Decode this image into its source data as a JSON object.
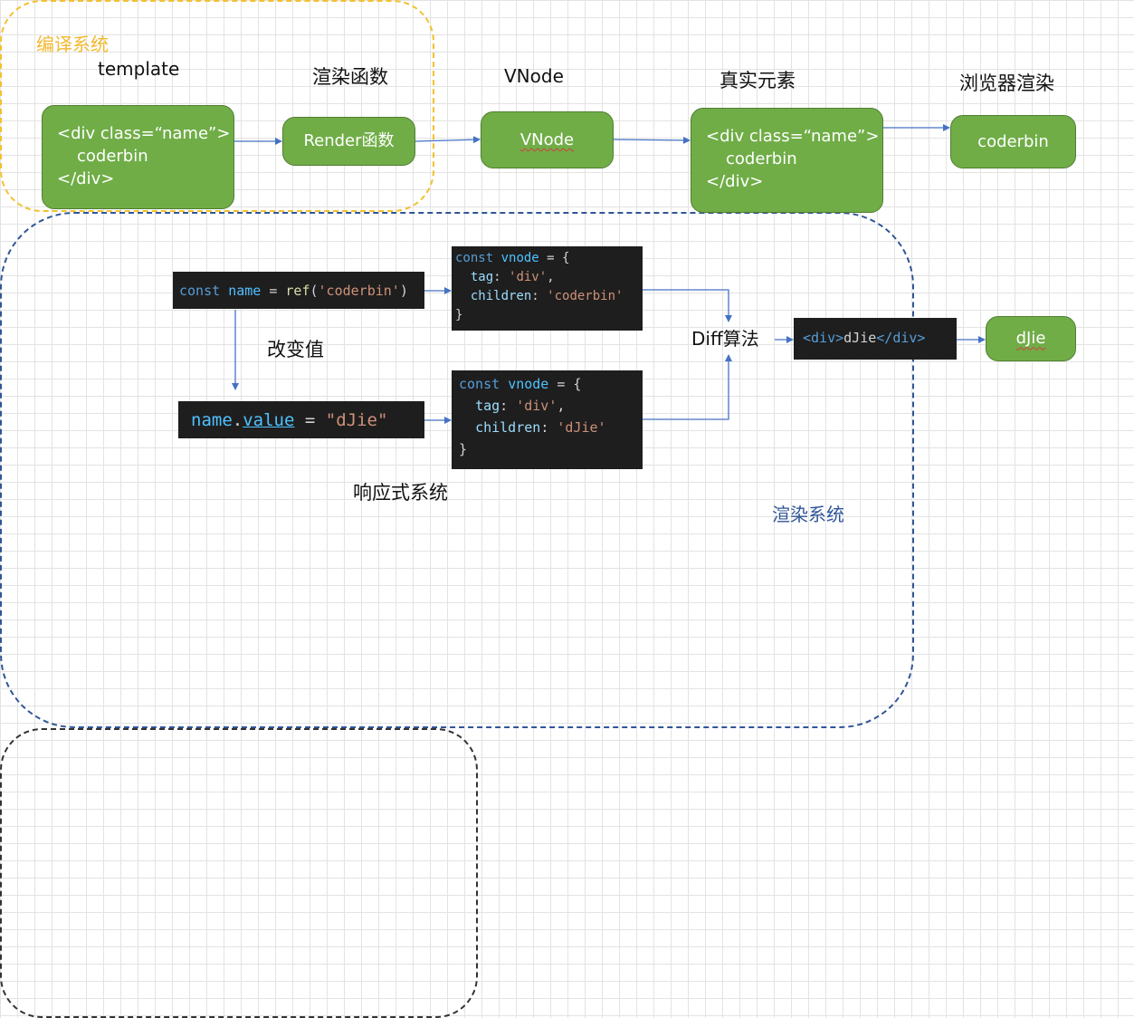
{
  "regions": {
    "compile_title": "编译系统",
    "render_title": "渲染系统",
    "reactive_title": "响应式系统"
  },
  "colors": {
    "compile_border": "#f2c12e",
    "render_border": "#2f5597",
    "reactive_border": "#333333",
    "node_fill": "#70ad47",
    "arrow": "#4472c4"
  },
  "pipeline": {
    "template": {
      "label": "template",
      "lines": [
        "<div class=“name”>",
        "coderbin",
        "</div>"
      ]
    },
    "render_fn": {
      "label": "渲染函数",
      "box": "Render函数"
    },
    "vnode": {
      "label": "VNode",
      "box": "VNode"
    },
    "real_element": {
      "label": "真实元素",
      "lines": [
        "<div class=“name”>",
        "coderbin",
        "</div>"
      ]
    },
    "browser": {
      "label": "浏览器渲染",
      "box": "coderbin"
    }
  },
  "reactive": {
    "ref_code": {
      "const": "const",
      "name": "name",
      "eq": " = ",
      "fn": "ref",
      "open": "(",
      "arg": "'coderbin'",
      "close": ")"
    },
    "change_label": "改变值",
    "assign_code": {
      "name": "name",
      "dot": ".",
      "value": "value",
      "eq": " = ",
      "str": "\"dJie\""
    },
    "vnode_old": {
      "const": "const",
      "var": "vnode",
      "open": " = {",
      "tag_key": "tag",
      "tag_val": "'div'",
      "children_key": "children",
      "children_val": "'coderbin'",
      "close": "}"
    },
    "vnode_new": {
      "const": "const",
      "var": "vnode",
      "open": " = {",
      "tag_key": "tag",
      "tag_val": "'div'",
      "children_key": "children",
      "children_val": "'dJie'",
      "close": "}"
    }
  },
  "diff": {
    "label": "Diff算法",
    "result_code": {
      "open_tag": "<div>",
      "text": "dJie",
      "close_tag": "</div>"
    },
    "result_box": "dJie"
  }
}
